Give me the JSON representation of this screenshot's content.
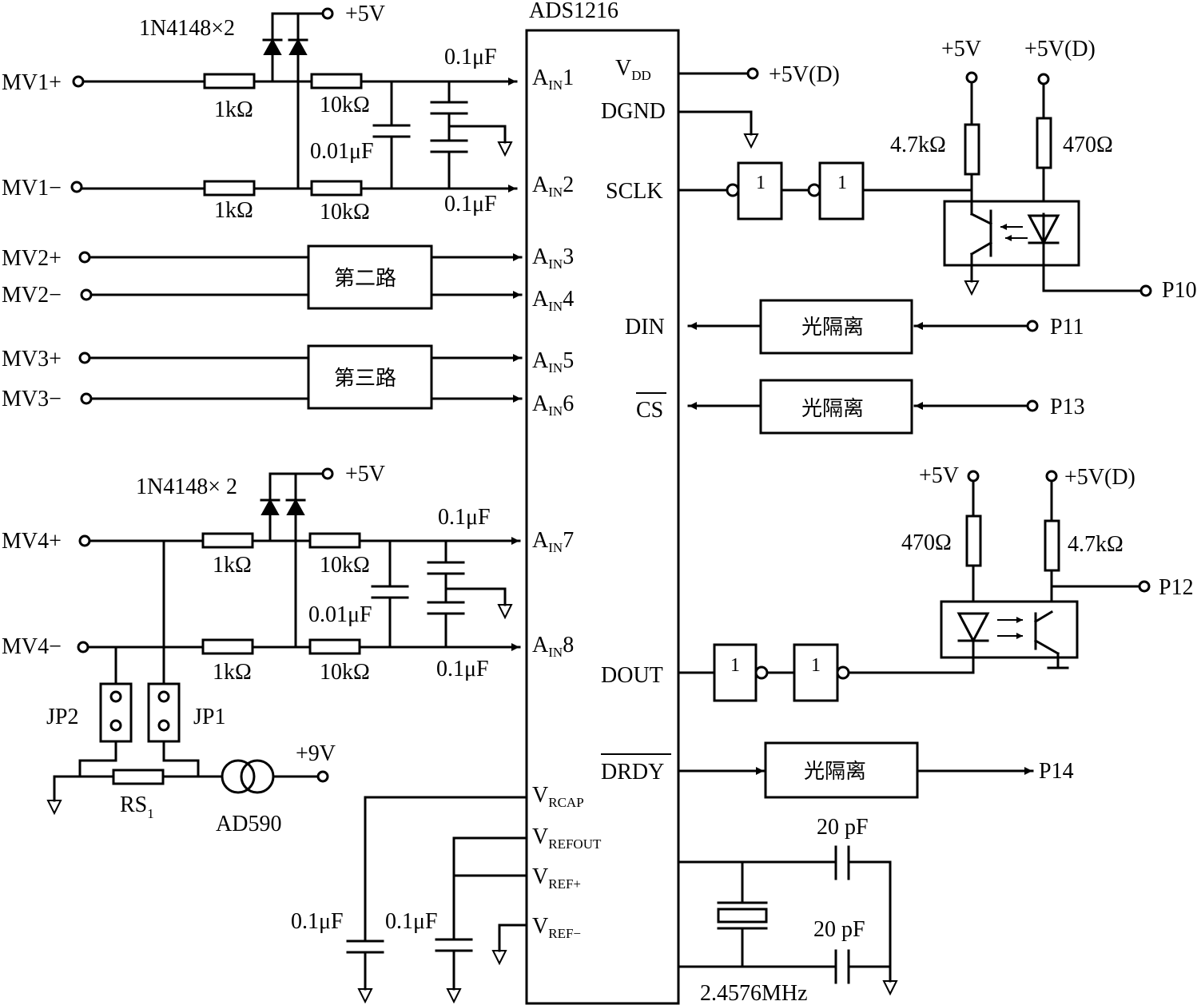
{
  "chip": {
    "name": "ADS1216",
    "pins_left": [
      "A_IN1",
      "A_IN2",
      "A_IN3",
      "A_IN4",
      "A_IN5",
      "A_IN6",
      "A_IN7",
      "A_IN8"
    ],
    "pins_right": [
      "VDD",
      "DGND",
      "SCLK",
      "DIN",
      "CS",
      "DOUT",
      "DRDY"
    ],
    "pins_ref": [
      "V_RCAP",
      "V_REFOUT",
      "V_REF+",
      "V_REF-"
    ]
  },
  "inputs": [
    "MV1+",
    "MV1−",
    "MV2+",
    "MV2−",
    "MV3+",
    "MV3−",
    "MV4+",
    "MV4−"
  ],
  "labels": {
    "diodes1": "1N4148×2",
    "diodes4": "1N4148× 2",
    "p5v": "+5V",
    "p5vd": "+5V(D)",
    "p9v": "+9V",
    "r1k": "1kΩ",
    "r10k": "10kΩ",
    "c01": "0.1μF",
    "c001": "0.01μF",
    "r47k": "4.7kΩ",
    "r470": "470Ω",
    "ch2": "第二路",
    "ch3": "第三路",
    "iso": "光隔离",
    "gate": "1",
    "jp1": "JP1",
    "jp2": "JP2",
    "rs1": "RS",
    "rs1_sub": "1",
    "ad590": "AD590",
    "c20": "20 pF",
    "xtal": "2.4576MHz"
  },
  "ports": [
    "P10",
    "P11",
    "P13",
    "P12",
    "P14"
  ]
}
